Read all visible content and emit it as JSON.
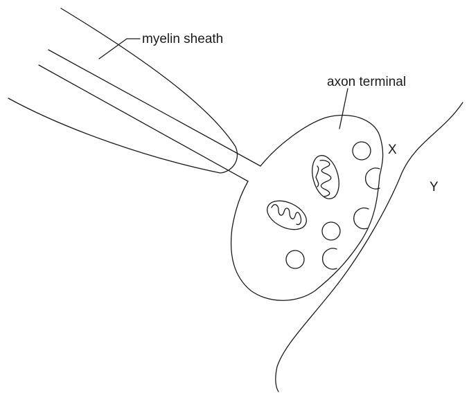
{
  "labels": {
    "myelin": "myelin sheath",
    "terminal": "axon terminal",
    "x": "X",
    "y": "Y"
  },
  "colors": {
    "stroke": "#1a1a1a",
    "background": "#ffffff"
  }
}
